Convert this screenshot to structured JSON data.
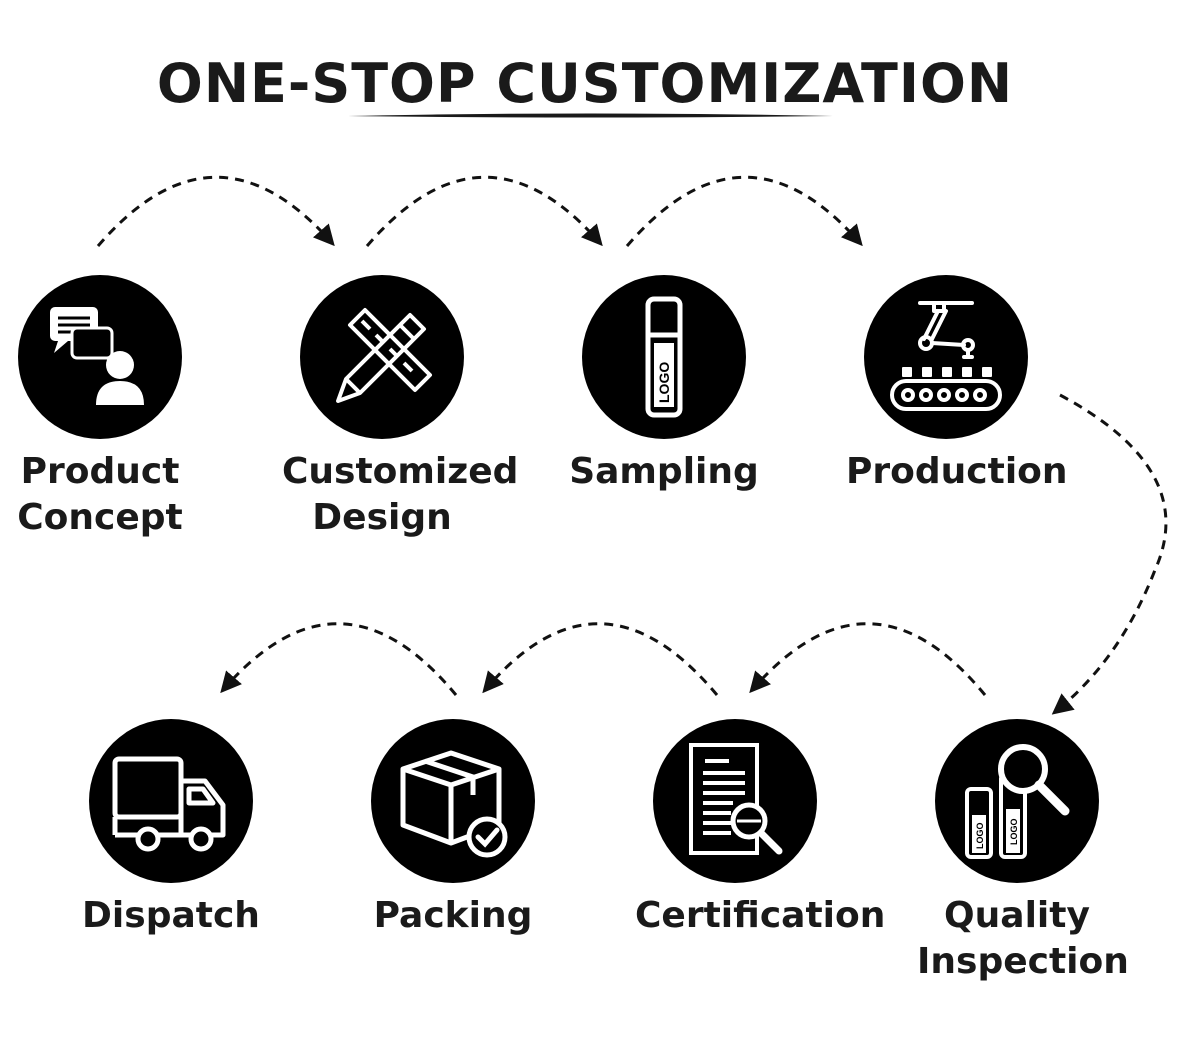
{
  "title": "ONE-STOP CUSTOMIZATION",
  "steps": [
    {
      "label": "Product\nConcept",
      "icon": "chat-person-icon"
    },
    {
      "label": "Customized\nDesign",
      "icon": "pencil-ruler-icon"
    },
    {
      "label": "Sampling",
      "icon": "lipstick-logo-icon"
    },
    {
      "label": "Production",
      "icon": "robot-conveyor-icon"
    },
    {
      "label": "Dispatch",
      "icon": "truck-icon"
    },
    {
      "label": "Packing",
      "icon": "box-check-icon"
    },
    {
      "label": "Certification",
      "icon": "document-search-icon"
    },
    {
      "label": "Quality\nInspection",
      "icon": "magnifier-products-icon"
    }
  ],
  "logo_text": "LOGO",
  "colors": {
    "circle": "#000000",
    "text": "#1a1a1a",
    "icon": "#ffffff"
  }
}
